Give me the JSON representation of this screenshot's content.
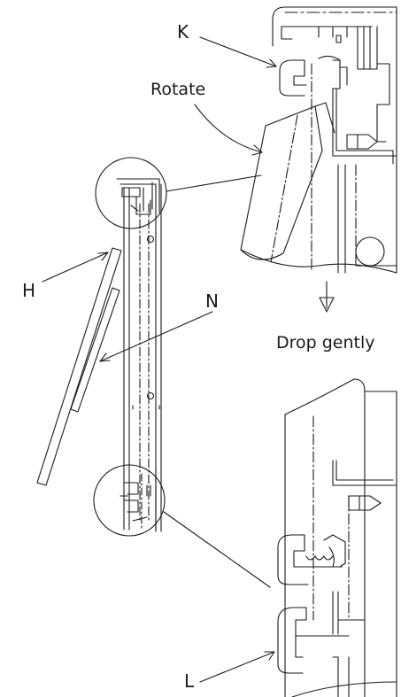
{
  "callouts": {
    "k": "K",
    "h": "H",
    "n": "N",
    "l": "L"
  },
  "notes": {
    "rotate": "Rotate",
    "drop": "Drop gently"
  },
  "icons": {
    "rotate_arrow": "curved-arrow-icon",
    "drop_arrow": "down-arrow-icon"
  },
  "colors": {
    "line": "#1a1a1a",
    "background": "#ffffff"
  }
}
